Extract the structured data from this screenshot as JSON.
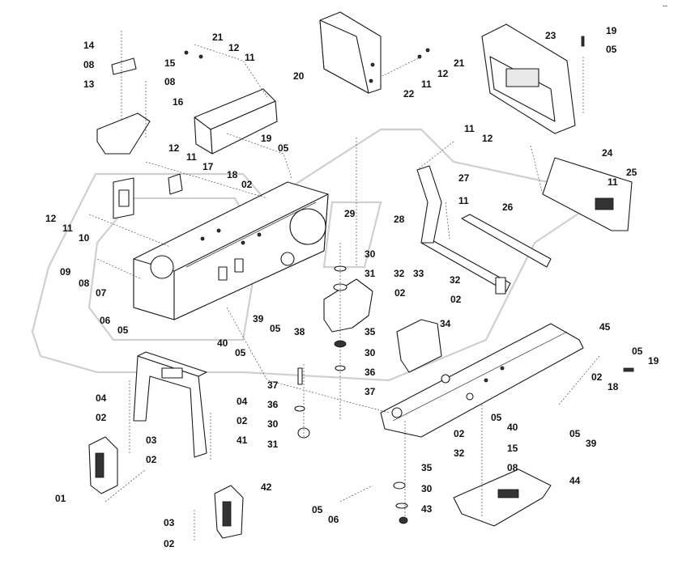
{
  "corner_mark": "--",
  "callouts": [
    "01",
    "02",
    "03",
    "04",
    "05",
    "06",
    "07",
    "08",
    "09",
    "10",
    "11",
    "12",
    "13",
    "14",
    "15",
    "16",
    "17",
    "18",
    "19",
    "20",
    "21",
    "22",
    "23",
    "24",
    "25",
    "26",
    "27",
    "28",
    "29",
    "30",
    "31",
    "32",
    "33",
    "34",
    "35",
    "36",
    "37",
    "38",
    "39",
    "40",
    "41",
    "42",
    "43",
    "44",
    "45"
  ]
}
